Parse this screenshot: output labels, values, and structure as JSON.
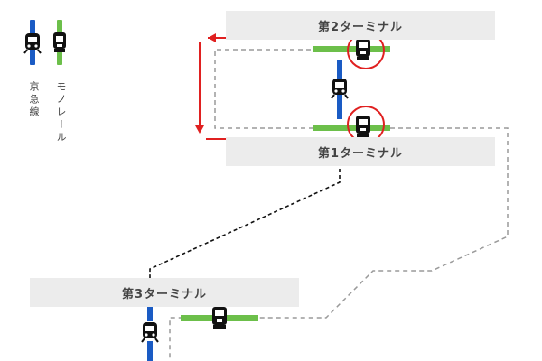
{
  "terminals": {
    "t2": "第2ターミナル",
    "t1": "第1ターミナル",
    "t3": "第3ターミナル"
  },
  "legend": {
    "keikyu": "京急線",
    "monorail": "モノレール"
  },
  "colors": {
    "keikyu": "#1a5bc4",
    "monorail": "#6cbf4a",
    "highlight": "#e02020",
    "monorail_path": "#9a9a9a",
    "keikyu_path": "#111111",
    "terminal_bg": "#ececec"
  },
  "icons": {
    "keikyu_train": "train-front-icon",
    "monorail_train": "monorail-front-icon"
  }
}
